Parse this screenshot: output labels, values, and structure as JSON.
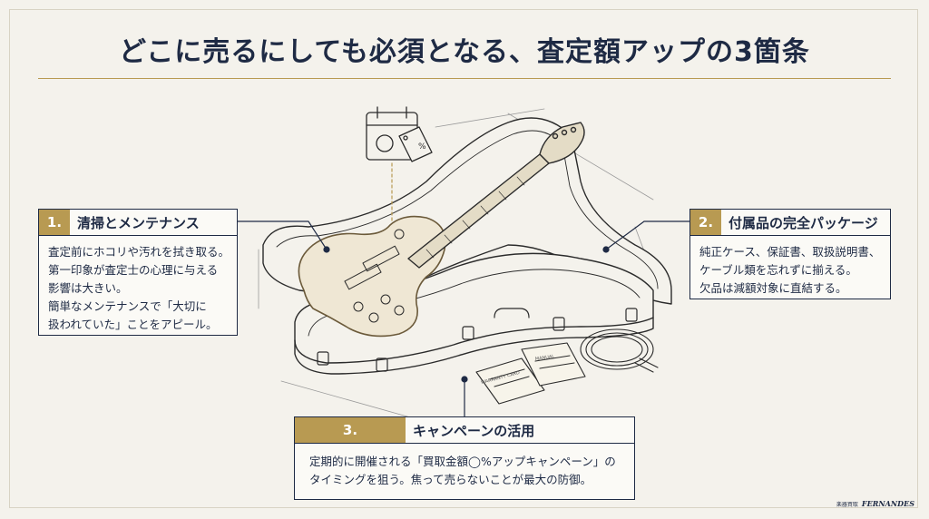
{
  "title": "どこに売るにしても必須となる、査定額アップの3箇条",
  "cards": [
    {
      "number": "1.",
      "heading": "清掃とメンテナンス",
      "lines": [
        "査定前にホコリや汚れを拭き取る。",
        "第一印象が査定士の心理に与える",
        "影響は大きい。",
        "簡単なメンテナンスで「大切に",
        "扱われていた」ことをアピール。"
      ]
    },
    {
      "number": "2.",
      "heading": "付属品の完全パッケージ",
      "lines": [
        "純正ケース、保証書、取扱説明書、",
        "ケーブル類を忘れずに揃える。",
        "欠品は減額対象に直結する。"
      ]
    },
    {
      "number": "3.",
      "heading": "キャンペーンの活用",
      "lines": [
        "定期的に開催される「買取金額◯%アップキャンペーン」の",
        "タイミングを狙う。焦って売らないことが最大の防御。"
      ]
    }
  ],
  "illustration": {
    "tag_text": "%",
    "warranty_card": "WARRANTY CARD",
    "manual": "MANUAL"
  },
  "logo": {
    "jp": "楽器買取",
    "brand": "FERNANDES"
  },
  "colors": {
    "navy": "#1e2a44",
    "gold": "#b89a52",
    "paper": "#f4f2ec"
  }
}
